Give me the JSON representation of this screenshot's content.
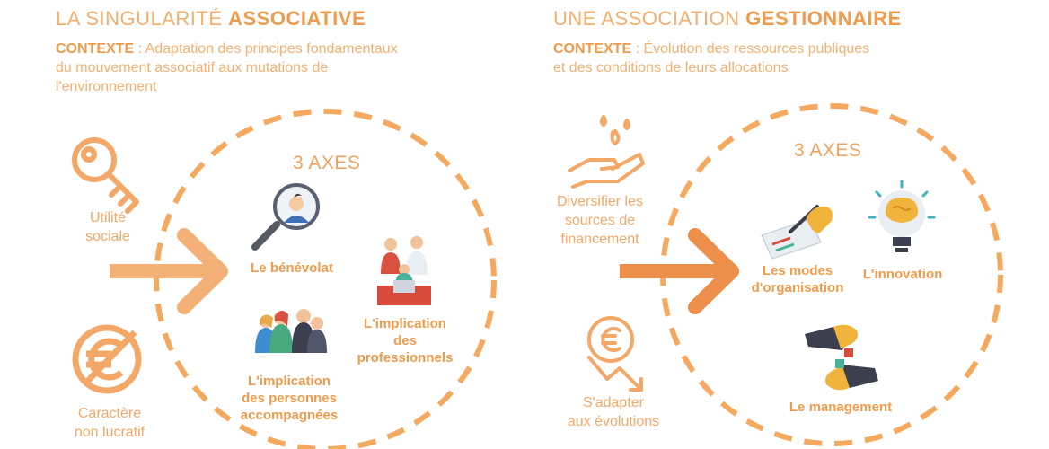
{
  "left": {
    "title_light": "LA SINGULARITÉ ",
    "title_bold": "ASSOCIATIVE",
    "context_label": "CONTEXTE",
    "context_line1": " : Adaptation des principes fondamentaux",
    "context_line2": "du mouvement associatif aux mutations de",
    "context_line3": "l'environnement",
    "side_items": [
      {
        "line1": "Utilité",
        "line2": "sociale",
        "icon": "key-icon"
      },
      {
        "line1": "Caractère",
        "line2": "non lucratif",
        "icon": "crossed-euro-icon"
      }
    ],
    "axes_title": "3 AXES",
    "axes": [
      {
        "line1": "Le bénévolat",
        "icon": "magnifier-person-icon"
      },
      {
        "line1": "L'implication",
        "line2": "des",
        "line3": "professionnels",
        "icon": "team-desk-icon"
      },
      {
        "line1": "L'implication",
        "line2": "des personnes",
        "line3": "accompagnées",
        "icon": "people-group-icon"
      }
    ]
  },
  "right": {
    "title_light": "UNE ASSOCIATION ",
    "title_bold": "GESTIONNAIRE",
    "context_label": "CONTEXTE",
    "context_line1": " : Évolution des ressources publiques",
    "context_line2": "et des conditions de leurs allocations",
    "side_items": [
      {
        "line1": "Diversifier les",
        "line2": "sources de",
        "line3": "financement",
        "icon": "hand-drops-icon"
      },
      {
        "line1": "S'adapter",
        "line2": "aux évolutions",
        "icon": "euro-down-icon"
      }
    ],
    "axes_title": "3 AXES",
    "axes": [
      {
        "line1": "Les modes",
        "line2": "d'organisation",
        "icon": "hand-writing-icon"
      },
      {
        "line1": "L'innovation",
        "icon": "brain-bulb-icon"
      },
      {
        "line1": "Le management",
        "icon": "hands-puzzle-icon"
      }
    ]
  },
  "colors": {
    "accent": "#ef9b4c",
    "light_accent": "#f4ae6e",
    "dashed_circle": "#f4a95f"
  }
}
